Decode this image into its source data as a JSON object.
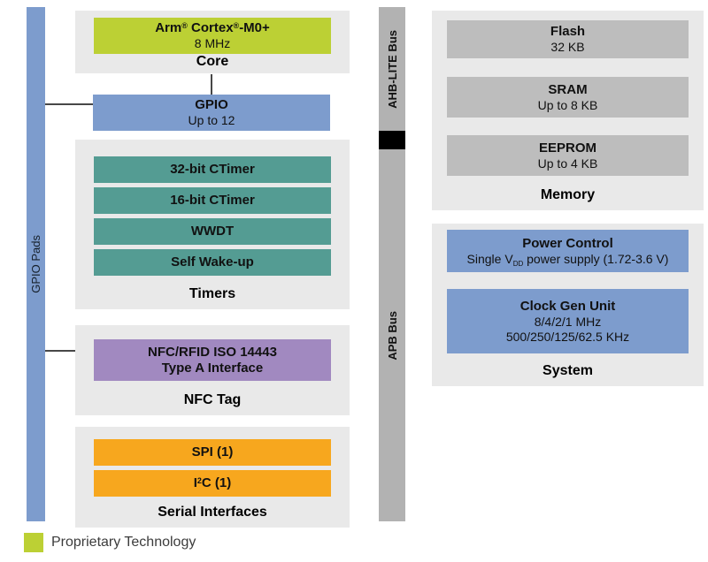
{
  "rails": {
    "gpio_pads": "GPIO Pads",
    "ahb_bus": "AHB-LITE Bus",
    "apb_bus": "APB Bus"
  },
  "core": {
    "group_label": "Core",
    "cpu_title_parts": [
      {
        "text": "Arm"
      },
      {
        "tag": "sup",
        "text": "®"
      },
      {
        "text": " Cortex"
      },
      {
        "tag": "sup",
        "text": "®"
      },
      {
        "text": "-M0+"
      }
    ],
    "cpu_subtitle": "8 MHz"
  },
  "gpio": {
    "title": "GPIO",
    "subtitle": "Up to 12"
  },
  "timers": {
    "group_label": "Timers",
    "items": [
      "32-bit CTimer",
      "16-bit CTimer",
      "WWDT",
      "Self Wake-up"
    ]
  },
  "nfc": {
    "group_label": "NFC Tag",
    "title_line1": "NFC/RFID ISO 14443",
    "title_line2": "Type A Interface"
  },
  "serial": {
    "group_label": "Serial Interfaces",
    "spi": "SPI (1)",
    "i2c_parts": [
      {
        "text": "I"
      },
      {
        "tag": "sup",
        "text": "2"
      },
      {
        "text": "C (1)"
      }
    ]
  },
  "memory": {
    "group_label": "Memory",
    "blocks": [
      {
        "title": "Flash",
        "subtitle": "32 KB"
      },
      {
        "title": "SRAM",
        "subtitle": "Up to 8 KB"
      },
      {
        "title": "EEPROM",
        "subtitle": "Up to 4 KB"
      }
    ]
  },
  "system": {
    "group_label": "System",
    "power": {
      "title": "Power Control",
      "subtitle_parts": [
        {
          "text": "Single V"
        },
        {
          "tag": "sub",
          "text": "DD"
        },
        {
          "text": " power supply (1.72-3.6 V)"
        }
      ]
    },
    "clock": {
      "title": "Clock Gen Unit",
      "line1": "8/4/2/1 MHz",
      "line2": "500/250/125/62.5 KHz"
    }
  },
  "legend": {
    "label": "Proprietary Technology"
  },
  "colors": {
    "lime": "#bcd034",
    "blue": "#7d9ccd",
    "teal": "#549c93",
    "purple": "#a189c0",
    "orange": "#f7a71e",
    "memory_gray": "#bdbdbd",
    "group_bg": "#e9e9e9",
    "bus_gray": "#b2b2b2",
    "bridge_black": "#000000",
    "connector": "#474747"
  }
}
